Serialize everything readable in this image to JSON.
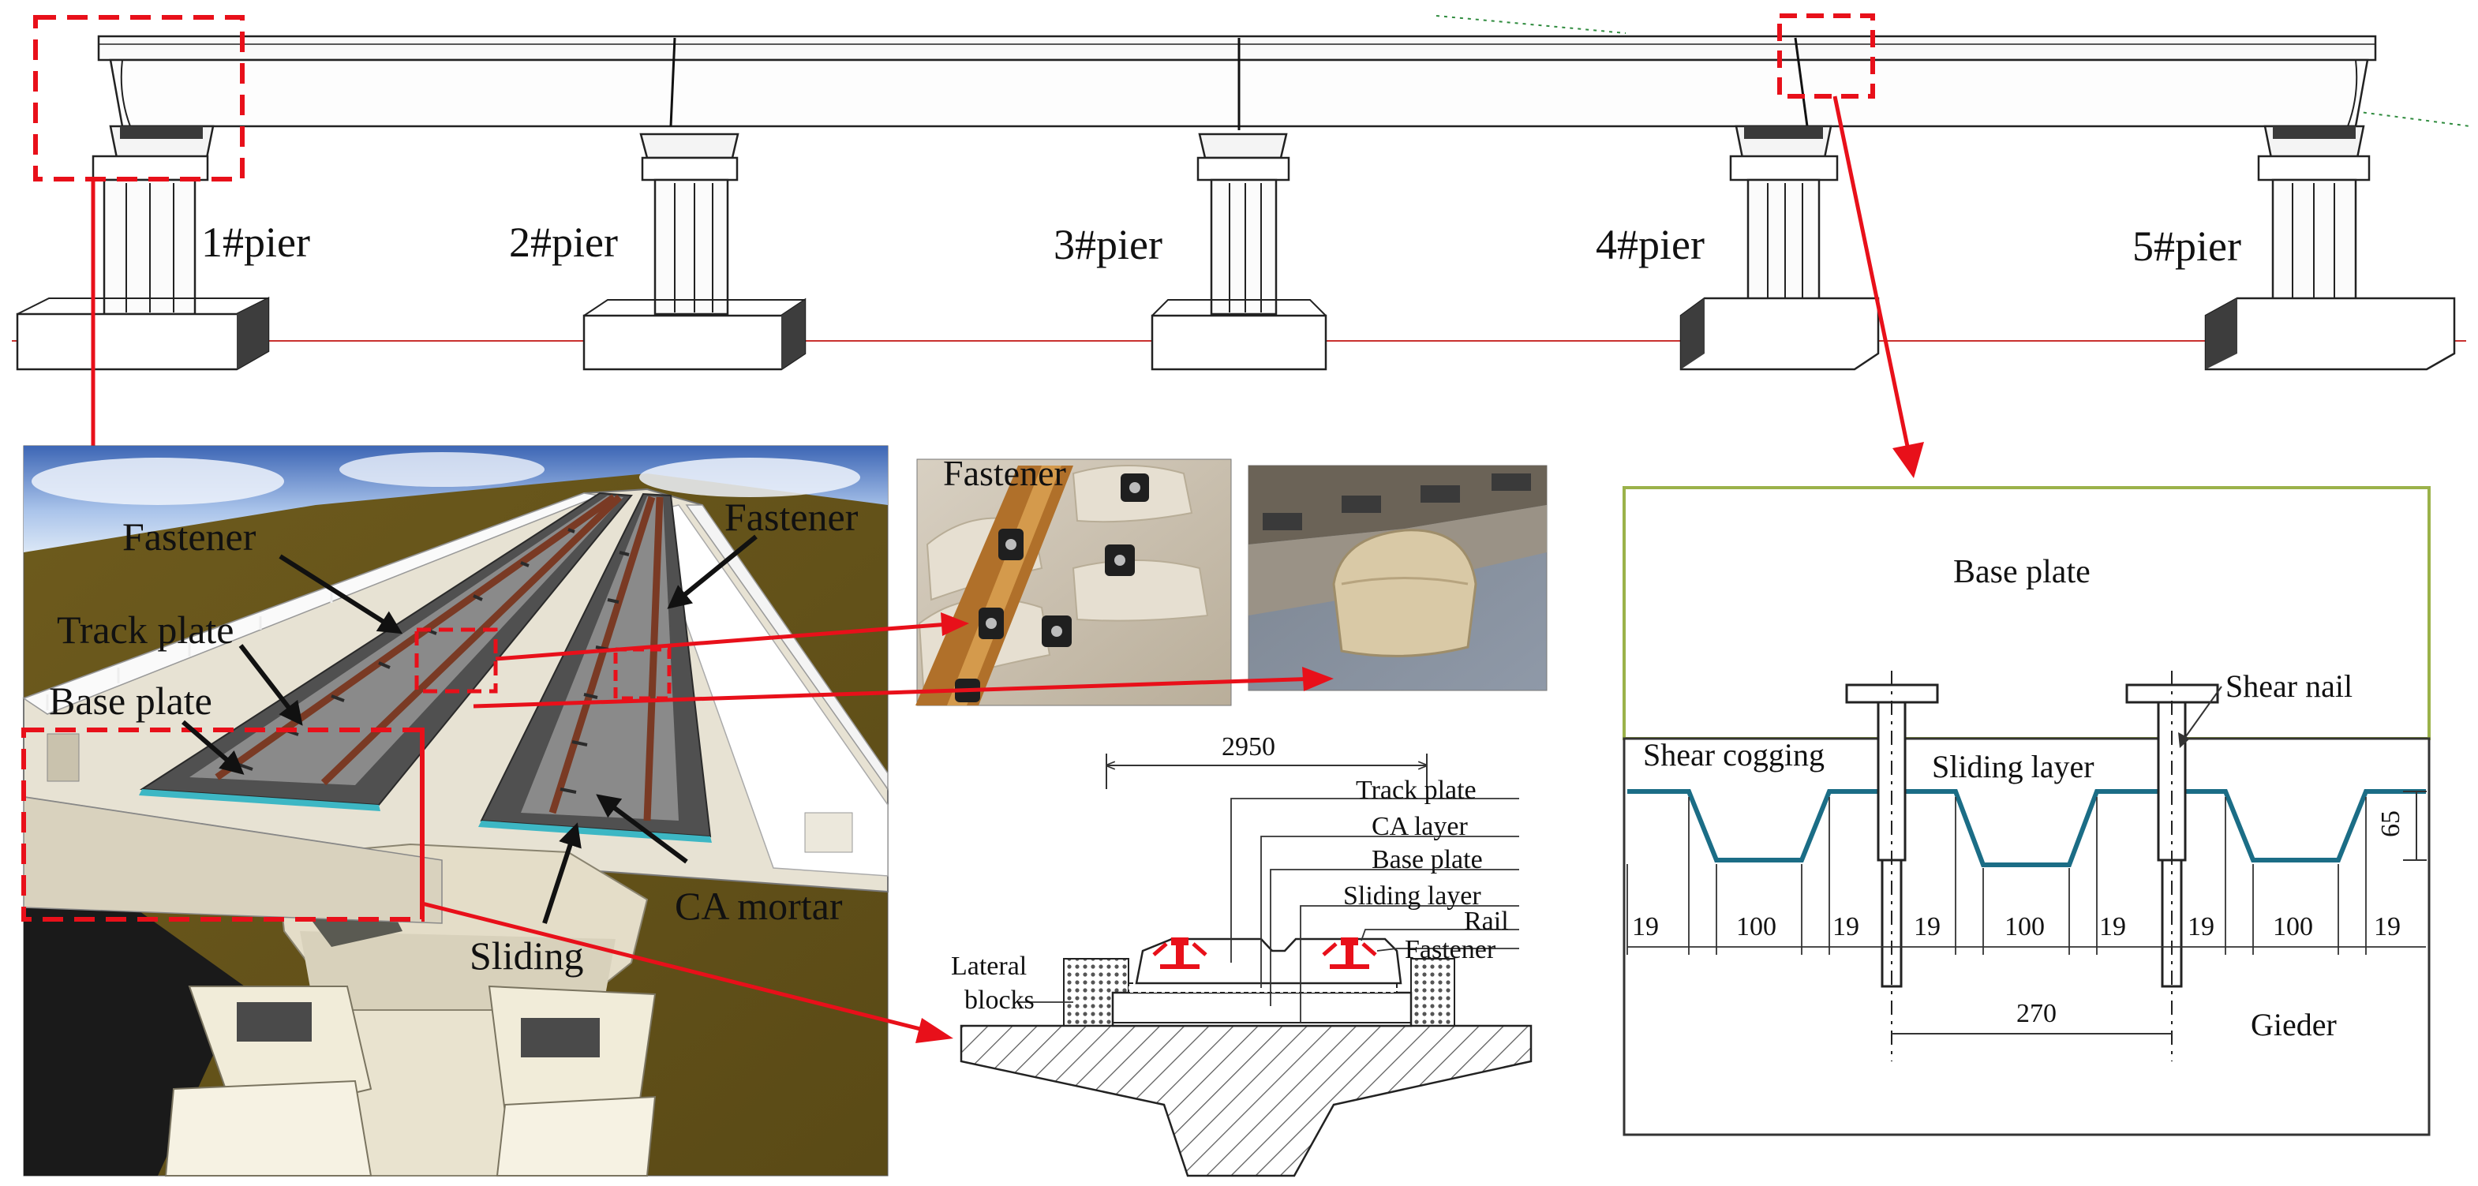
{
  "elevation": {
    "piers": [
      "1#pier",
      "2#pier",
      "3#pier",
      "4#pier",
      "5#pier"
    ]
  },
  "render_view": {
    "labels": {
      "fastener_left": "Fastener",
      "fastener_right": "Fastener",
      "track_plate": "Track plate",
      "base_plate": "Base plate",
      "ca_mortar": "CA mortar",
      "sliding": "Sliding"
    }
  },
  "photos": {
    "fastener_label": "Fastener"
  },
  "cross_section": {
    "dimension": "2950",
    "layers": [
      "Track plate",
      "CA layer",
      "Base plate",
      "Sliding layer",
      "Rail",
      "Fastener"
    ],
    "lateral_blocks": [
      "Lateral",
      "blocks"
    ]
  },
  "detail": {
    "base_plate": "Base plate",
    "shear_nail": "Shear nail",
    "shear_cogging": "Shear cogging",
    "sliding_layer": "Sliding layer",
    "girder": "Gieder",
    "dim_65": "65",
    "dim_270": "270",
    "bottom_dims": [
      "19",
      "100",
      "19",
      "19",
      "100",
      "19",
      "19",
      "100",
      "19"
    ]
  },
  "colors": {
    "callout_red": "#e8101a",
    "detail_green": "#9bb24a",
    "profile_teal": "#1b6d86"
  }
}
